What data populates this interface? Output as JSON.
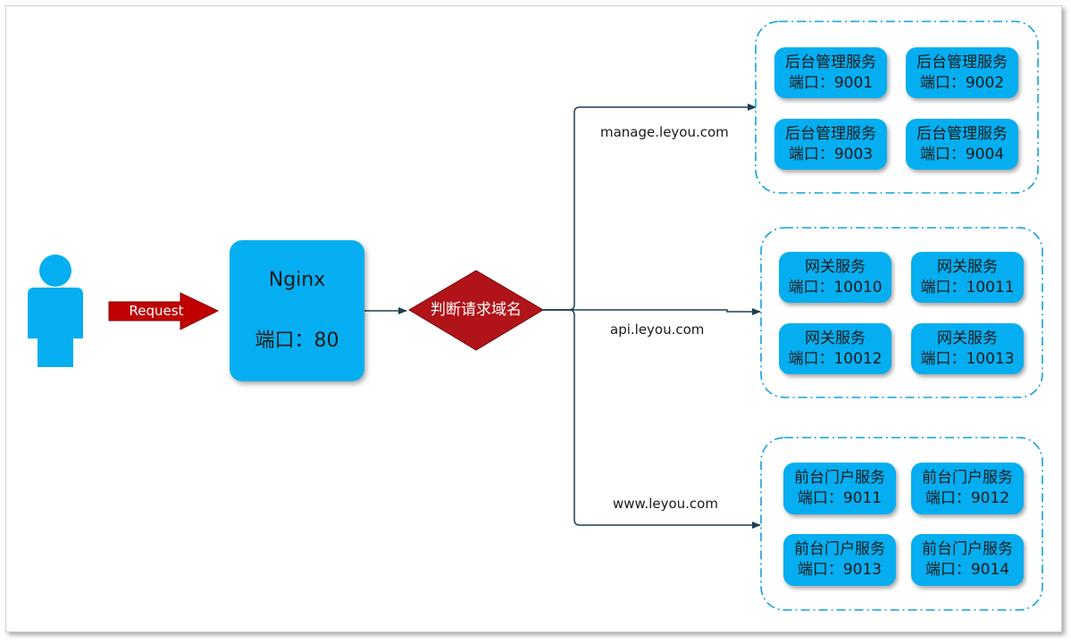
{
  "request_label": "Request",
  "nginx": {
    "name": "Nginx",
    "port": "端口：80"
  },
  "decision": "判断请求域名",
  "domains": {
    "manage": "manage.leyou.com",
    "api": "api.leyou.com",
    "www": "www.leyou.com"
  },
  "groups": {
    "manage": [
      {
        "name": "后台管理服务",
        "port": "端口：9001"
      },
      {
        "name": "后台管理服务",
        "port": "端口：9002"
      },
      {
        "name": "后台管理服务",
        "port": "端口：9003"
      },
      {
        "name": "后台管理服务",
        "port": "端口：9004"
      }
    ],
    "api": [
      {
        "name": "网关服务",
        "port": "端口：10010"
      },
      {
        "name": "网关服务",
        "port": "端口：10011"
      },
      {
        "name": "网关服务",
        "port": "端口：10012"
      },
      {
        "name": "网关服务",
        "port": "端口：10013"
      }
    ],
    "portal": [
      {
        "name": "前台门户服务",
        "port": "端口：9011"
      },
      {
        "name": "前台门户服务",
        "port": "端口：9012"
      },
      {
        "name": "前台门户服务",
        "port": "端口：9013"
      },
      {
        "name": "前台门户服务",
        "port": "端口：9014"
      }
    ]
  },
  "colors": {
    "service": "#05aef0",
    "decision": "#b01318",
    "request_arrow": "#c00000",
    "dash": "#10a0e0",
    "line": "#1f3f4f"
  }
}
